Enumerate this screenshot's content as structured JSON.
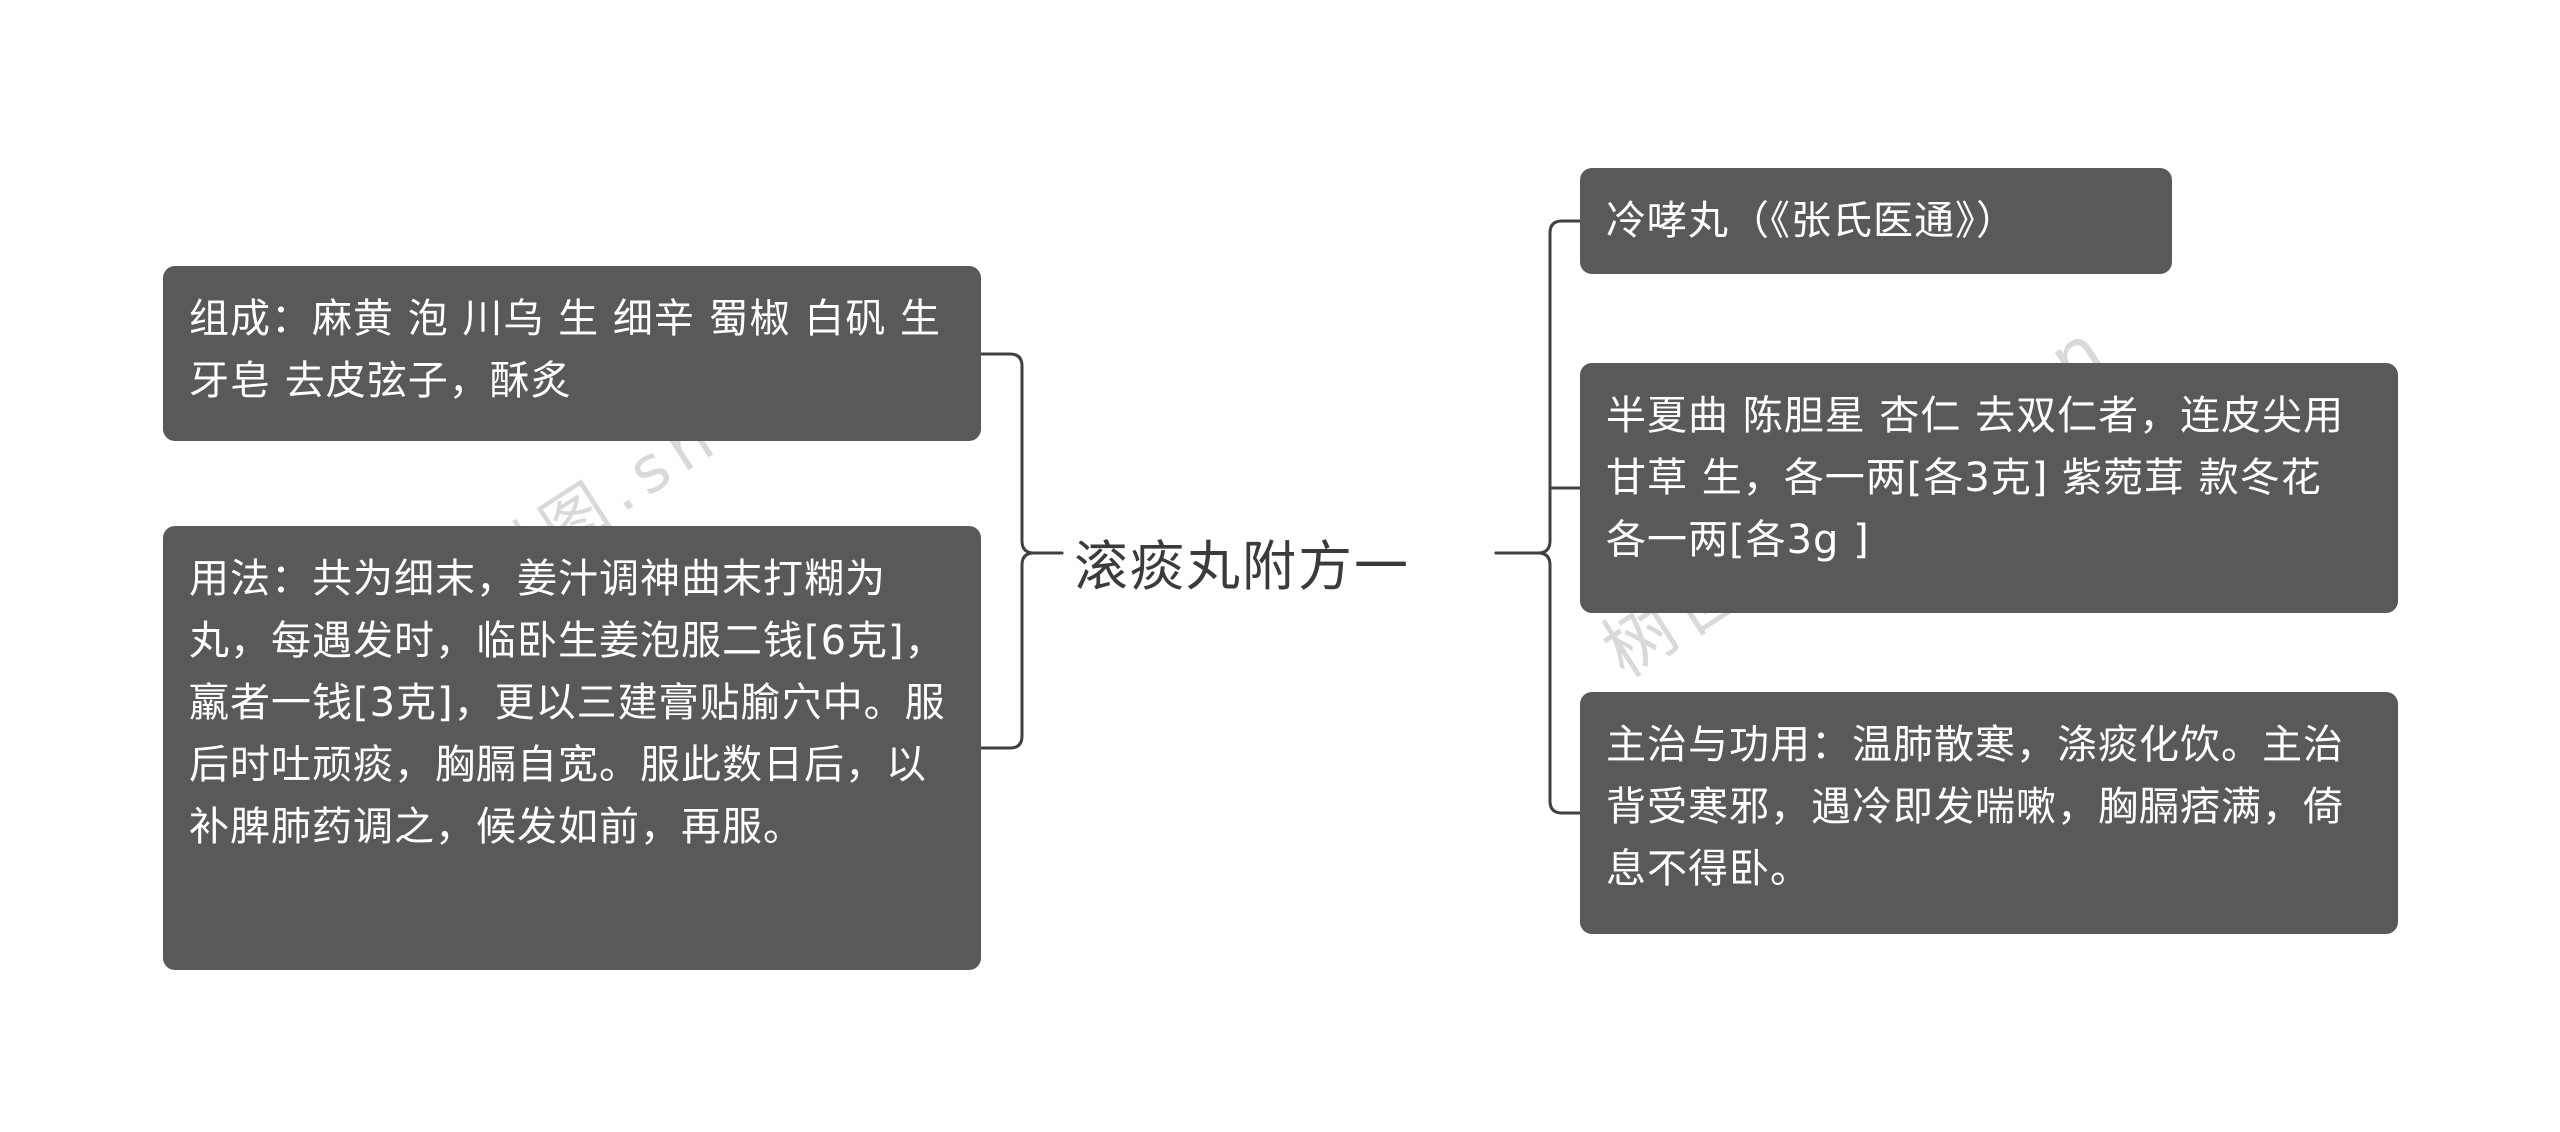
{
  "title": "滚痰丸附方一",
  "watermark": {
    "text": "树图.shutu.cn"
  },
  "left_nodes": [
    {
      "text": "组成：麻黄 泡 川乌 生 细辛 蜀椒 白矾 生 牙皂 去皮弦子，酥炙"
    },
    {
      "text": "用法：共为细末，姜汁调神曲末打糊为丸，每遇发时，临卧生姜泡服二钱[6克]，羸者一钱[3克]，更以三建膏贴腧穴中。服后时吐顽痰，胸膈自宽。服此数日后，以补脾肺药调之，候发如前，再服。"
    }
  ],
  "right_nodes": [
    {
      "text": "冷哮丸（《张氏医通》）"
    },
    {
      "text": "半夏曲 陈胆星 杏仁 去双仁者，连皮尖用 甘草 生，各一两[各3克] 紫菀茸 款冬花 各一两[各3g ]"
    },
    {
      "text": "主治与功用：温肺散寒，涤痰化饮。主治背受寒邪，遇冷即发喘嗽，胸膈痞满，倚息不得卧。"
    }
  ],
  "colors": {
    "node_bg": "#595959",
    "node_text": "#ffffff",
    "line": "#404040",
    "title_text": "#3b3b3b",
    "watermark": "#d9d9d9",
    "page_bg": "#ffffff"
  }
}
